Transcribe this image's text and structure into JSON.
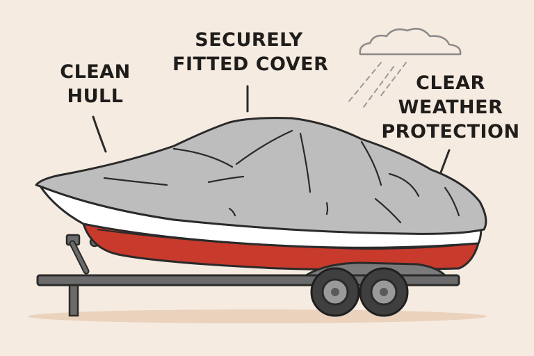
{
  "callouts": {
    "clean_hull": {
      "lines": [
        "CLEAN",
        "HULL"
      ]
    },
    "fitted_cover": {
      "lines": [
        "SECURELY",
        "FITTED COVER"
      ]
    },
    "weather": {
      "lines": [
        "CLEAR",
        "WEATHER",
        "PROTECTION"
      ]
    }
  },
  "colors": {
    "background": "#f6ebe0",
    "cover": "#bdbdbd",
    "hull_top": "#ffffff",
    "hull_bottom": "#c73a2c",
    "trailer": "#6b6b6b",
    "outline": "#2a2a2a"
  }
}
